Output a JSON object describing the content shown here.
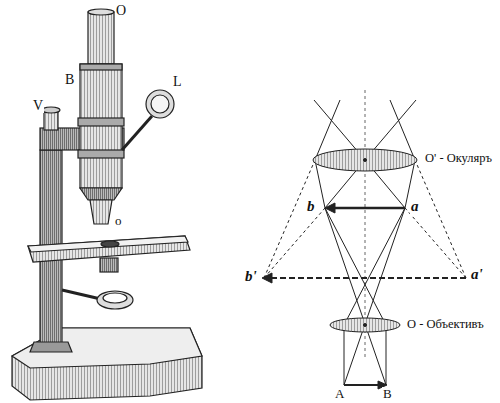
{
  "diagram": {
    "labels": [
      "O",
      "B",
      "L",
      "V",
      "o",
      "O' - Окуляръ",
      "b",
      "a",
      "b'",
      "a'",
      "O - Объективъ",
      "A",
      "B"
    ]
  }
}
